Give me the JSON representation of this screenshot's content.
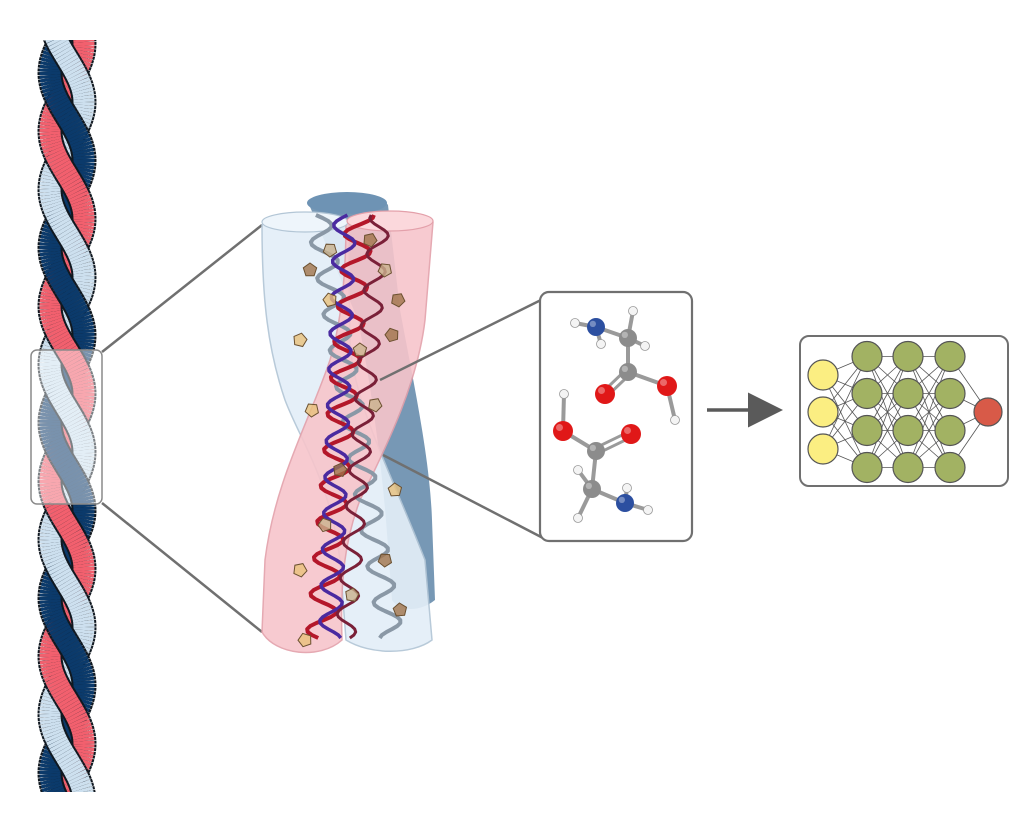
{
  "colors": {
    "strand_red": "#f2606e",
    "strand_navy": "#0b3a6b",
    "strand_light": "#cde0ef",
    "cyl_blue": "#e3eef8",
    "cyl_pink": "#f7c5cb",
    "cyl_steel": "#5f86a8",
    "callout_line": "#707070",
    "carbon": "#8c8c8c",
    "oxygen": "#e01818",
    "nitrogen": "#2c4fa0",
    "hydrogen": "#f4f4f4",
    "nn_input": "#fbee82",
    "nn_hidden": "#a2b263",
    "nn_output": "#d85a48",
    "arrow": "#5a5a5a"
  },
  "panels": {
    "rope": "twisted-rope-icon",
    "coiled_coil": "coiled-coil-structure",
    "molecules": "molecule-panel",
    "network": "neural-network-panel"
  },
  "network": {
    "layers": [
      3,
      4,
      4,
      4,
      1
    ]
  }
}
